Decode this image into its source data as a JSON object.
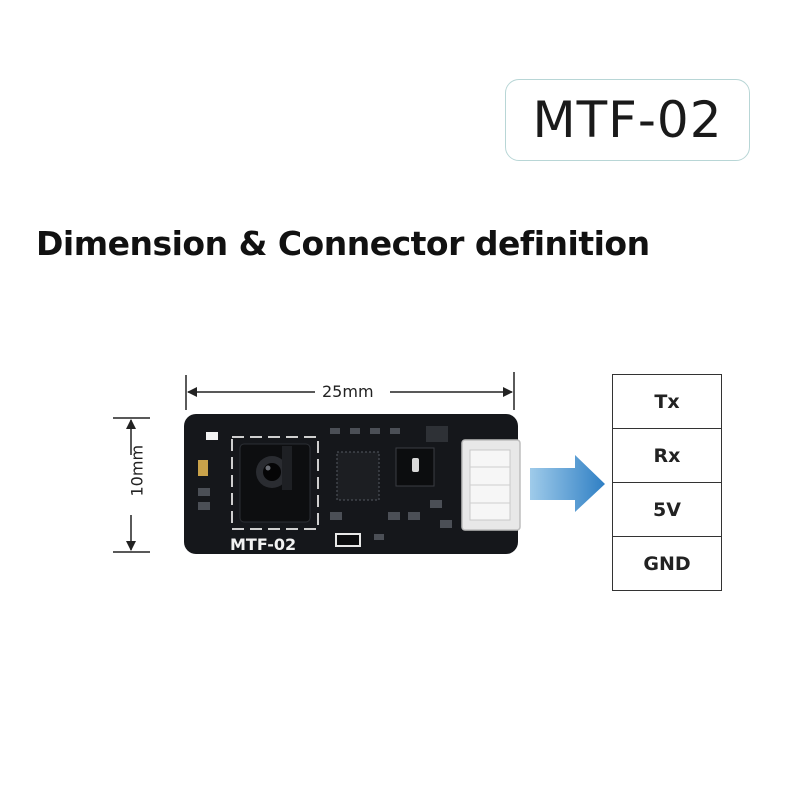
{
  "model": "MTF-02",
  "heading": "Dimension & Connector definition",
  "dimensions": {
    "width": "25mm",
    "height": "10mm"
  },
  "board_label": "MTF-02",
  "pins": [
    "Tx",
    "Rx",
    "5V",
    "GND"
  ],
  "colors": {
    "board": "#15171b",
    "arrow": "#3d8fcf",
    "badge_border": "#b8d6d6"
  }
}
